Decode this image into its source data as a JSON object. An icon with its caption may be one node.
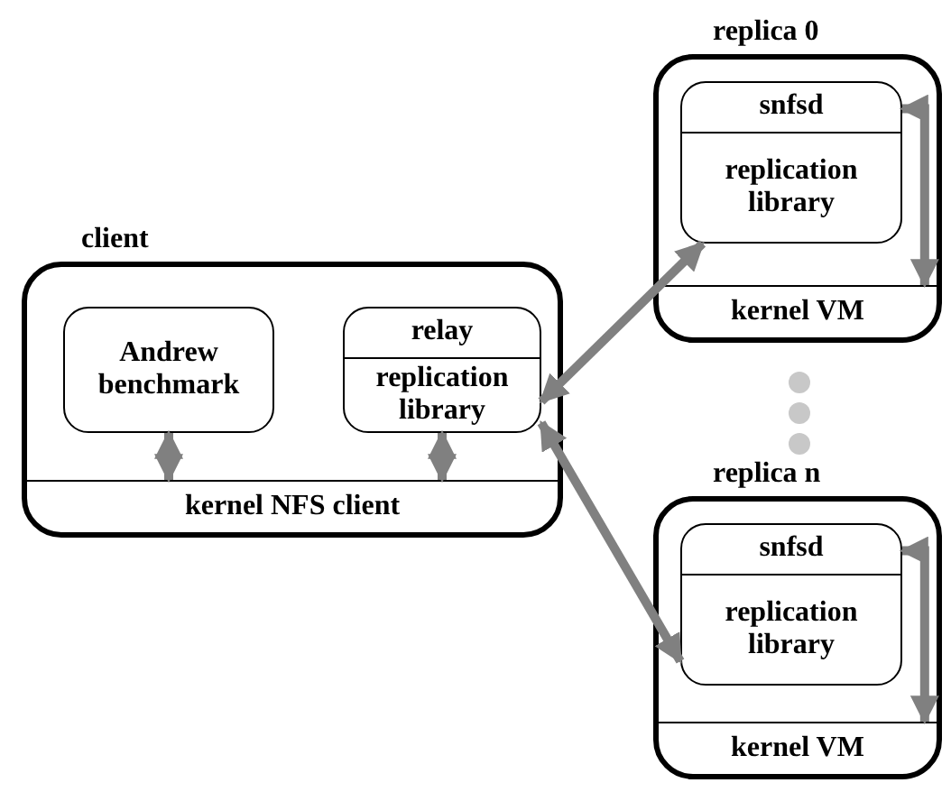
{
  "diagram": {
    "nodes": [
      {
        "text": [
          "client"
        ]
      },
      {
        "text": [
          "Andrew benchmark"
        ],
        "in": 0
      },
      {
        "text": [
          "relay",
          "replication library"
        ],
        "in": 0
      },
      {
        "text": [
          "kernel NFS client"
        ],
        "in": 0
      },
      {
        "text": [
          "replica 0"
        ]
      },
      {
        "text": [
          "snfsd",
          "replication library"
        ],
        "in": 4
      },
      {
        "text": [
          "kernel VM"
        ],
        "in": 4
      },
      {
        "text": [
          "replica n"
        ]
      },
      {
        "text": [
          "snfsd",
          "replication library"
        ],
        "in": 7
      },
      {
        "text": [
          "kernel VM"
        ],
        "in": 7
      }
    ],
    "edges": [
      {
        "from": 1,
        "to": 3,
        "arrow": "both"
      },
      {
        "from": 2,
        "to": 3,
        "arrow": "both"
      },
      {
        "from": 2,
        "to": 5,
        "arrow": "both"
      },
      {
        "from": 2,
        "to": 8,
        "arrow": "both"
      },
      {
        "from": 5,
        "to": 6,
        "arrow": "both"
      },
      {
        "from": 8,
        "to": 9,
        "arrow": "both"
      }
    ]
  }
}
